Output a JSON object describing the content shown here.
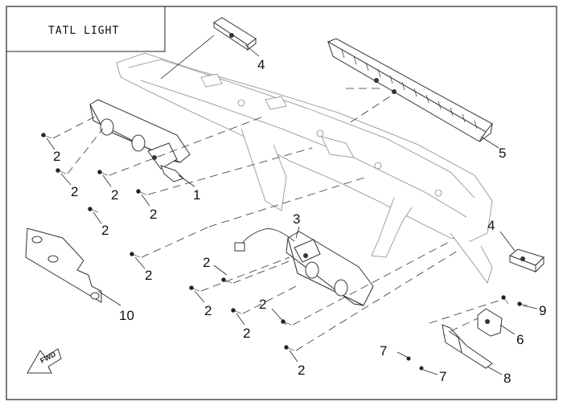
{
  "title": "TATL LIGHT",
  "forward_marker": "FWD",
  "callouts": [
    {
      "id": "c4a",
      "text": "4"
    },
    {
      "id": "c5",
      "text": "5"
    },
    {
      "id": "c2a",
      "text": "2"
    },
    {
      "id": "c2b",
      "text": "2"
    },
    {
      "id": "c2c",
      "text": "2"
    },
    {
      "id": "c2d",
      "text": "2"
    },
    {
      "id": "c1",
      "text": "1"
    },
    {
      "id": "c2e",
      "text": "2"
    },
    {
      "id": "c2f",
      "text": "2"
    },
    {
      "id": "c3",
      "text": "3"
    },
    {
      "id": "c4b",
      "text": "4"
    },
    {
      "id": "c2g",
      "text": "2"
    },
    {
      "id": "c2h",
      "text": "2"
    },
    {
      "id": "c2i",
      "text": "2"
    },
    {
      "id": "c2j",
      "text": "2"
    },
    {
      "id": "c9",
      "text": "9"
    },
    {
      "id": "c10",
      "text": "10"
    },
    {
      "id": "c6",
      "text": "6"
    },
    {
      "id": "c7a",
      "text": "7"
    },
    {
      "id": "c7b",
      "text": "7"
    },
    {
      "id": "c8",
      "text": "8"
    },
    {
      "id": "c2k",
      "text": "2"
    }
  ]
}
